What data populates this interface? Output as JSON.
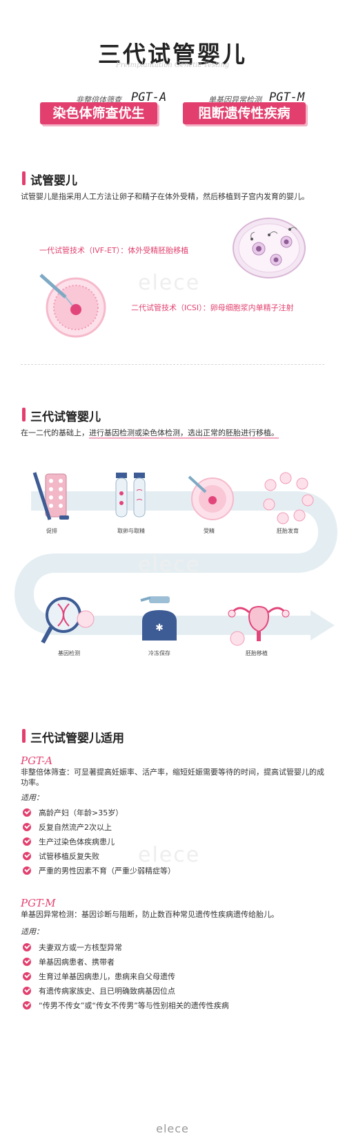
{
  "header": {
    "title": "三代试管婴儿",
    "subtitle": "Preimplantation Genetic Testing",
    "tags": [
      {
        "small": "非整倍体筛查",
        "code": "PGT-A",
        "label": "染色体筛查优生"
      },
      {
        "small": "单基因异常检测",
        "code": "PGT-M",
        "label": "阻断遗传性疾病"
      }
    ]
  },
  "section1": {
    "heading": "试管婴儿",
    "desc": "试管婴儿是指采用人工方法让卵子和精子在体外受精，然后移植到子宫内发育的婴儿。",
    "gen1": "一代试管技术（IVF-ET）：体外受精胚胎移植",
    "gen2": "二代试管技术（ICSI）：卵母细胞浆内单精子注射",
    "watermark": "elece"
  },
  "section2": {
    "heading": "三代试管婴儿",
    "desc_prefix": "在一二代的基础上，",
    "desc_highlight": "进行基因检测或染色体检测，选出正常的胚胎进行移植。",
    "steps": [
      "促排",
      "取卵与取精",
      "受精",
      "胚胎发育",
      "基因检测",
      "冷冻保存",
      "胚胎移植"
    ],
    "watermark": "elece"
  },
  "section3": {
    "heading": "三代试管婴儿适用",
    "pgta": {
      "code": "PGT-A",
      "desc": "非整倍体筛查：可显著提高妊娠率、活产率，缩短妊娠需要等待的时间，提高试管婴儿的成功率。",
      "suit": "适用：",
      "items": [
        "高龄产妇（年龄>35岁）",
        "反复自然流产2次以上",
        "生产过染色体疾病患儿",
        "试管移植反复失败",
        "严重的男性因素不育（严重少弱精症等）"
      ]
    },
    "pgtm": {
      "code": "PGT-M",
      "desc": "单基因异常检测：基因诊断与阻断，防止数百种常见遗传性疾病遗传给胎儿。",
      "suit": "适用：",
      "items": [
        "夫妻双方或一方核型异常",
        "单基因病患者、携带者",
        "生育过单基因病患儿，患病来自父母遗传",
        "有遗传病家族史、且已明确致病基因位点",
        "“传男不传女”或“传女不传男”等与性别相关的遗传性疾病"
      ]
    },
    "watermark": "elece"
  },
  "footer": {
    "brand": "elece"
  },
  "colors": {
    "accent": "#e23f6e",
    "accent_light": "#f3b3c6",
    "flow": "#e4eef2"
  }
}
